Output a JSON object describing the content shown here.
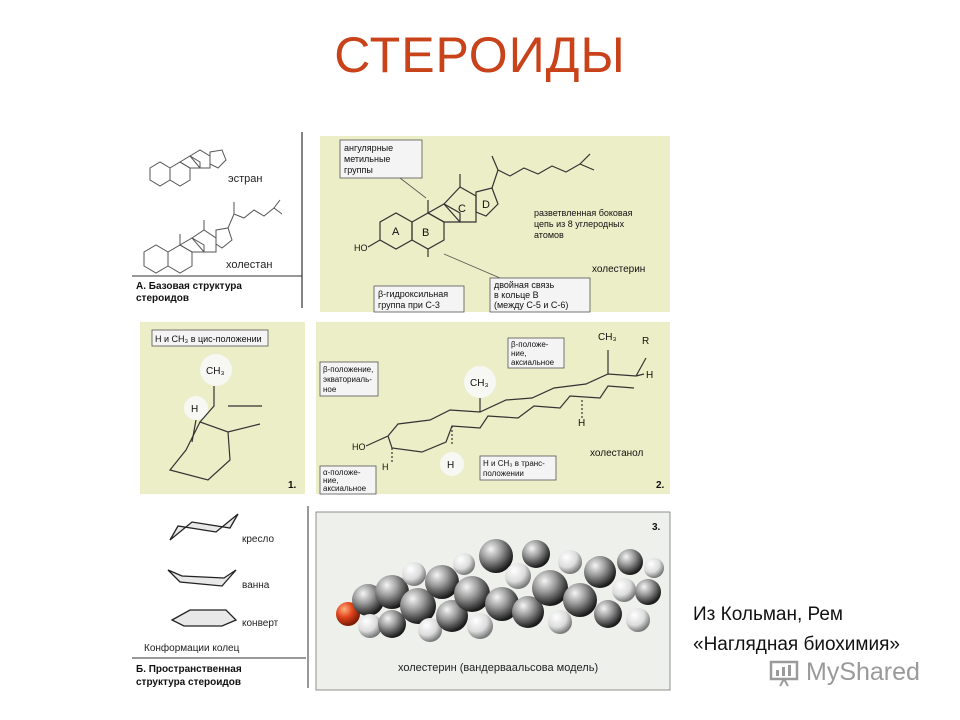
{
  "title": "СТЕРОИДЫ",
  "source": {
    "line1": "Из Кольман, Рем",
    "line2": "«Наглядная биохимия»"
  },
  "watermark": {
    "brand": "MyShared"
  },
  "figure": {
    "panel_a": {
      "estran": "эстран",
      "cholestan": "холестан",
      "caption_1": "А. Базовая структура",
      "caption_2": "стероидов",
      "cholesterol": "холестерин",
      "callout_methyl_1": "ангулярные",
      "callout_methyl_2": "метильные",
      "callout_methyl_3": "группы",
      "callout_chain_1": "разветвленная боковая",
      "callout_chain_2": "цепь из 8 углеродных",
      "callout_chain_3": "атомов",
      "callout_oh_1": "β-гидроксильная",
      "callout_oh_2": "группа при С-3",
      "callout_db_1": "двойная связь",
      "callout_db_2": "в кольце В",
      "callout_db_3": "(между С-5 и С-6)",
      "ring_labels": [
        "A",
        "B",
        "C",
        "D"
      ],
      "ho": "HO"
    },
    "panel_1": {
      "callout": "Н и СН₃ в цис-положении",
      "ch3": "CH₃",
      "h": "H",
      "number": "1."
    },
    "panel_2": {
      "callout_beta_eq_1": "β-положение,",
      "callout_beta_eq_2": "экваториаль-",
      "callout_beta_eq_3": "ное",
      "callout_beta_ax_1": "β-положе-",
      "callout_beta_ax_2": "ние,",
      "callout_beta_ax_3": "аксиальное",
      "callout_alpha_1": "α-положе-",
      "callout_alpha_2": "ние,",
      "callout_alpha_3": "аксиальное",
      "callout_trans_1": "Н и СН₃ в транс-",
      "callout_trans_2": "положении",
      "cholestanol": "холестанол",
      "ch3": "CH₃",
      "r": "R",
      "h": "H",
      "ho": "HO",
      "number": "2."
    },
    "panel_b": {
      "chair": "кресло",
      "boat": "ванна",
      "envelope": "конверт",
      "conformations": "Конформации колец",
      "caption_1": "Б. Пространственная",
      "caption_2": "структура стероидов"
    },
    "panel_3": {
      "caption": "холестерин (вандерваальсова модель)",
      "number": "3."
    }
  }
}
